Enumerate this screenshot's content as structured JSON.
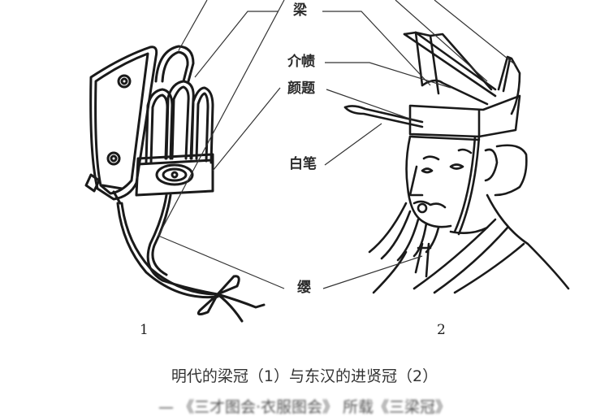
{
  "labels": {
    "liang": "梁",
    "jieze": "介帻",
    "yanti": "颜题",
    "baibi": "白笔",
    "ying": "缨"
  },
  "figures": {
    "fig1": "1",
    "fig2": "2"
  },
  "caption": {
    "line1": "明代的梁冠（1）与东汉的进贤冠（2）",
    "line2": "— 《三才图会·衣服图会》 所载《三梁冠》"
  },
  "colors": {
    "line": "#1a1a1a",
    "leader": "#333333",
    "background": "#ffffff"
  }
}
